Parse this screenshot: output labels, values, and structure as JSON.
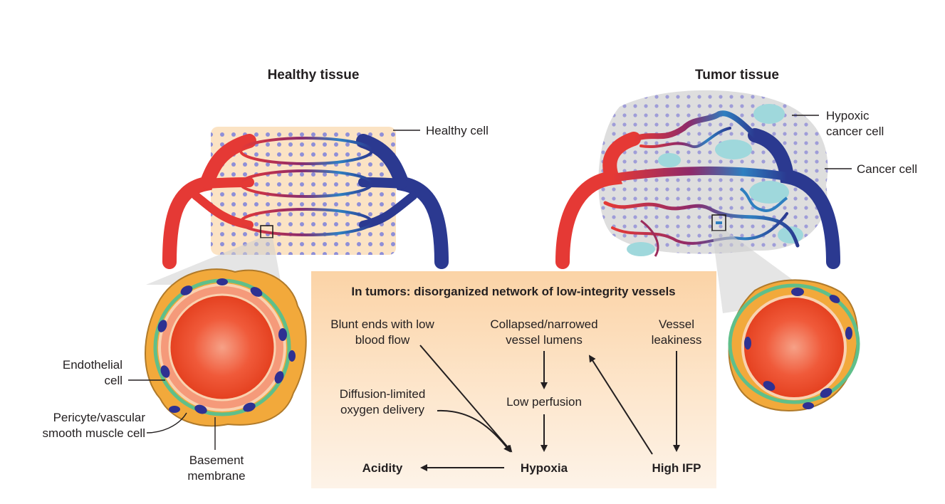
{
  "healthy": {
    "title": "Healthy tissue",
    "healthy_cell_label": "Healthy cell",
    "endothelial_label_1": "Endothelial",
    "endothelial_label_2": "cell",
    "pericyte_label_1": "Pericyte/vascular",
    "pericyte_label_2": "smooth muscle cell",
    "basement_label_1": "Basement",
    "basement_label_2": "membrane"
  },
  "tumor": {
    "title": "Tumor tissue",
    "hypoxic_label_1": "Hypoxic",
    "hypoxic_label_2": "cancer cell",
    "cancer_cell_label": "Cancer cell"
  },
  "box": {
    "heading": "In tumors: disorganized network of low-integrity vessels",
    "blunt_1": "Blunt ends with low",
    "blunt_2": "blood flow",
    "collapsed_1": "Collapsed/narrowed",
    "collapsed_2": "vessel lumens",
    "leak_1": "Vessel",
    "leak_2": "leakiness",
    "diffusion_1": "Diffusion-limited",
    "diffusion_2": "oxygen delivery",
    "low_perfusion": "Low perfusion",
    "acidity": "Acidity",
    "hypoxia": "Hypoxia",
    "high_ifp": "High IFP"
  },
  "colors": {
    "artery": "#e53935",
    "vein": "#2b3990",
    "tissue": "#fbe3c4",
    "cell_dot": "#8f8fd8",
    "box_top": "#fbd3a6",
    "box_bottom": "#fdf3e8",
    "pericyte": "#f2a93b",
    "basement": "#5fbf8a",
    "nucleus": "#2e3192",
    "hypoxic": "#9fd8dc",
    "cancer": "#d9d9d9"
  }
}
